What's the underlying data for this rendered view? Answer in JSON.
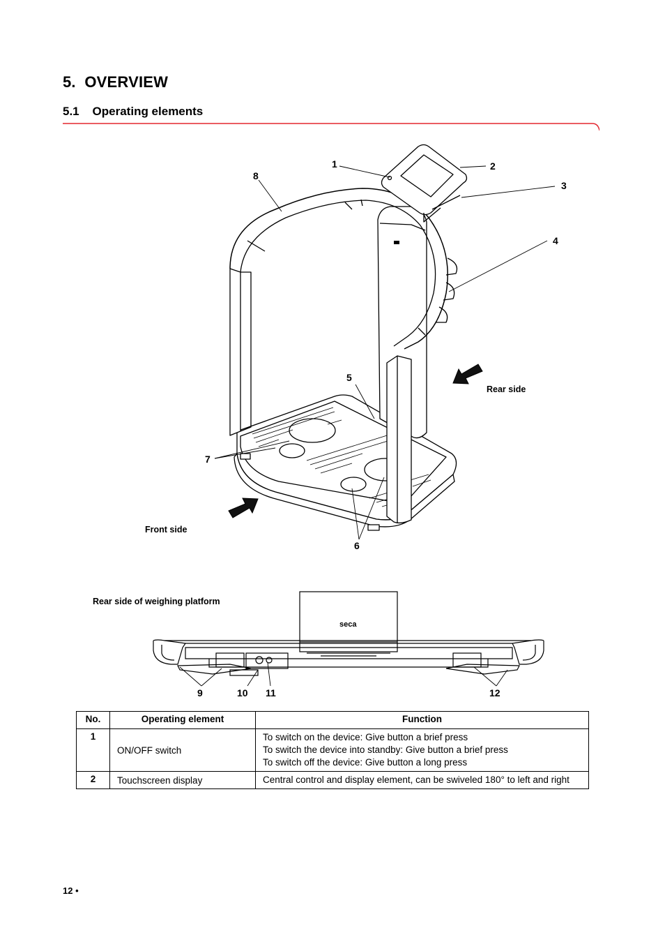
{
  "chapter": {
    "number": "5.",
    "title": "OVERVIEW"
  },
  "section": {
    "number": "5.1",
    "title": "Operating elements"
  },
  "colors": {
    "accent_rule": "#e3262f"
  },
  "figure_top": {
    "callouts": [
      "1",
      "2",
      "3",
      "4",
      "5",
      "6",
      "7",
      "8"
    ],
    "label_front": "Front side",
    "label_rear": "Rear side"
  },
  "figure_bottom": {
    "caption": "Rear side of weighing platform",
    "brand": "seca",
    "callouts": [
      "9",
      "10",
      "11",
      "12"
    ]
  },
  "table": {
    "headers": [
      "No.",
      "Operating element",
      "Function"
    ],
    "rows": [
      {
        "no": "1",
        "element": "ON/OFF switch",
        "function": [
          "To switch on the device: Give button a brief press",
          "To switch the device into standby: Give button a brief press",
          "To switch off the device: Give button a long press"
        ]
      },
      {
        "no": "2",
        "element": "Touchscreen display",
        "function": [
          "Central control and display element, can be swiveled 180° to left and right"
        ]
      }
    ]
  },
  "page_number": "12 •"
}
